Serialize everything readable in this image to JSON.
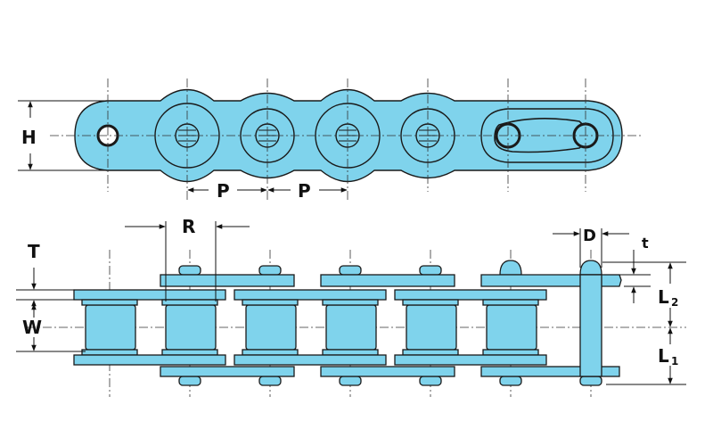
{
  "diagram": {
    "colors": {
      "fill": "#7fd3ec",
      "stroke": "#1a1a1a",
      "center_line": "#333333",
      "background": "#ffffff"
    },
    "labels": {
      "H": "H",
      "P1": "P",
      "P2": "P",
      "R": "R",
      "D": "D",
      "T": "T",
      "t": "t",
      "W": "W",
      "L2_main": "L",
      "L2_sub": "2",
      "L1_main": "L",
      "L1_sub": "1"
    }
  }
}
